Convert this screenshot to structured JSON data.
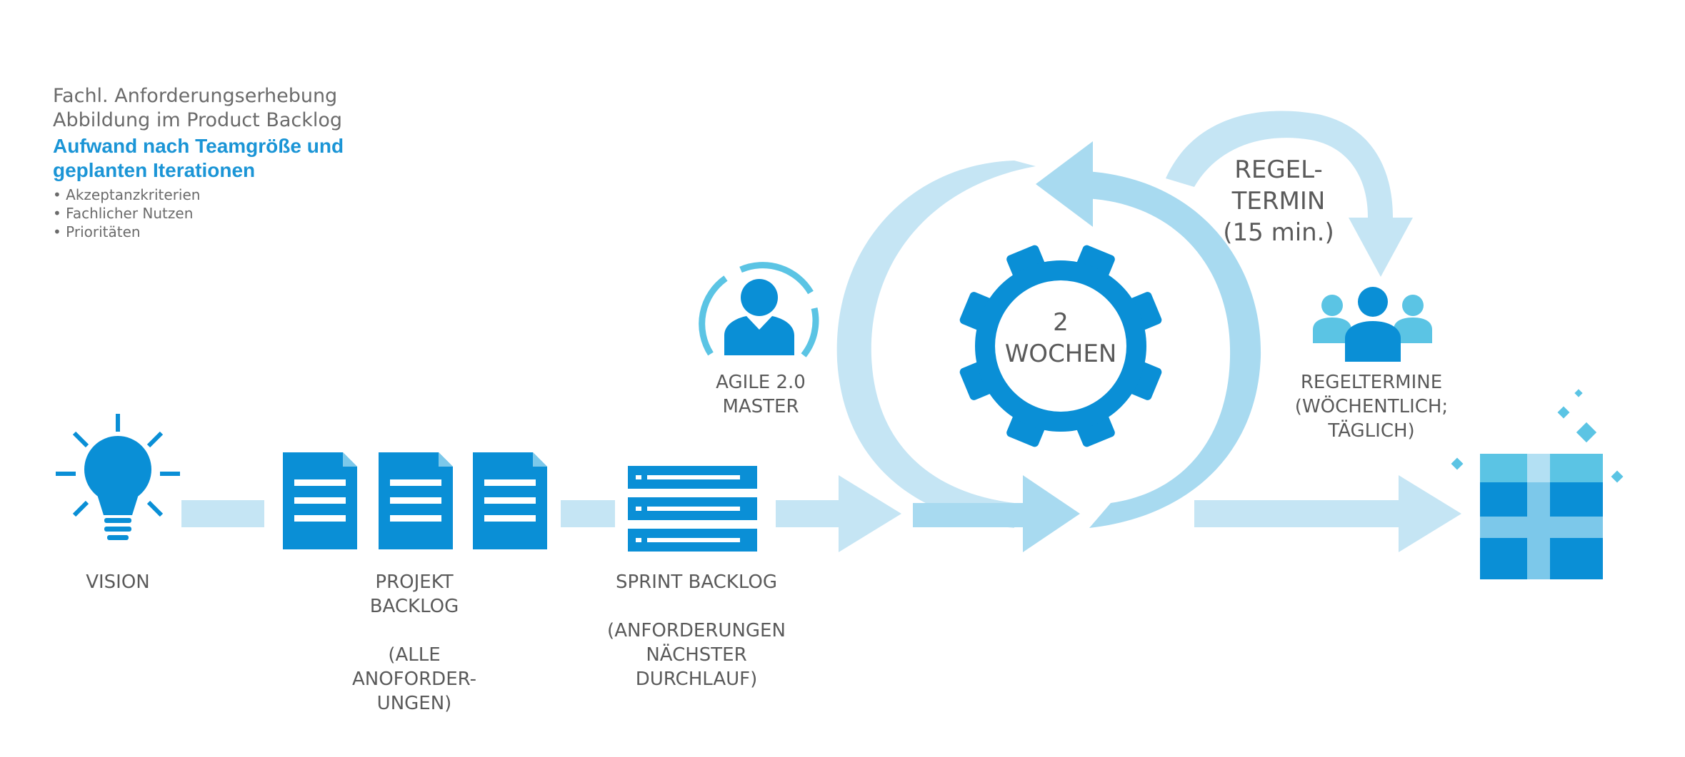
{
  "header": {
    "line1": "Fachl. Anforderungserhebung",
    "line2": "Abbildung im Product Backlog",
    "highlight1": "Aufwand nach Teamgröße und",
    "highlight2": "geplanten Iterationen",
    "bullets": [
      "Akzeptanzkriterien",
      "Fachlicher Nutzen",
      "Prioritäten"
    ]
  },
  "labels": {
    "vision": "VISION",
    "projekt_backlog": "PROJEKT\nBACKLOG\n\n(ALLE\nANOFORDER-\nUNGEN)",
    "sprint_backlog": "SPRINT BACKLOG\n\n(ANFORDERUNGEN\nNÄCHSTER\nDURCHLAUF)",
    "agile_master": "AGILE 2.0\nMASTER",
    "gear_text": "2\nWOCHEN",
    "regeltermin": "REGEL-\nTERMIN\n(15 min.)",
    "regeltermine": "REGELTERMINE\n(WÖCHENTLICH;\nTÄGLICH)"
  },
  "icons": [
    "lightbulb-icon",
    "document-icon",
    "list-icon",
    "person-icon",
    "gear-icon",
    "team-icon",
    "gift-icon"
  ],
  "colors": {
    "primary": "#0a8fd6",
    "light": "#c5e5f4",
    "medium": "#a8daf0",
    "text": "#5a5a5a",
    "accent_text": "#1b95d6"
  }
}
